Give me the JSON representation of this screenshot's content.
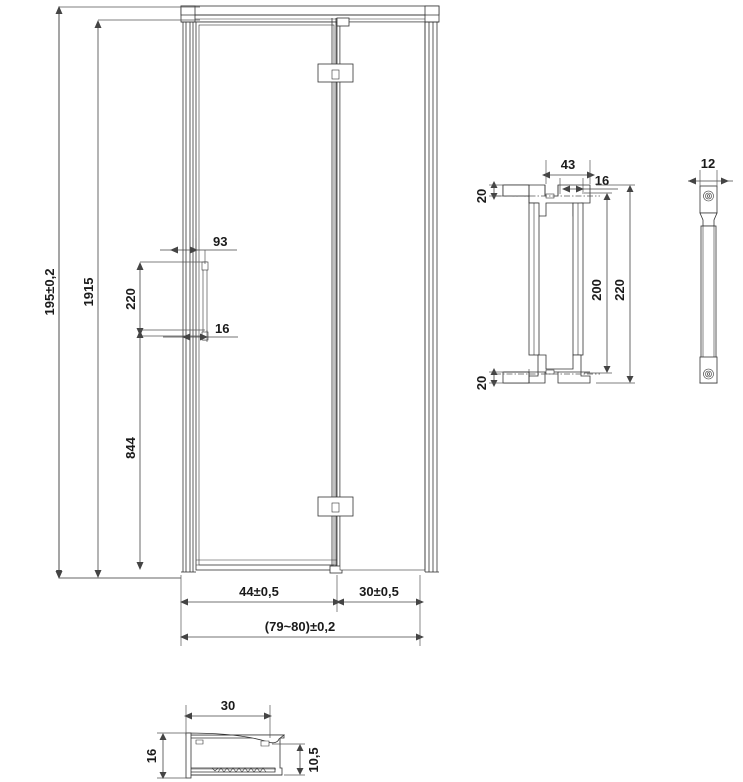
{
  "drawing": {
    "title": "Shower Door Technical Drawing",
    "units": "mm",
    "views": {
      "front_elevation": {
        "name": "front-elevation-view",
        "dimensions": {
          "overall_height": "195±0,2",
          "panel_height": "1915",
          "handle_center_offset": "844",
          "handle_length": "220",
          "handle_offset_from_edge": "93",
          "handle_standoff": "16",
          "door_width": "44±0,5",
          "fixed_panel_width": "30±0,5",
          "overall_width": "(79~80)±0,2"
        }
      },
      "handle_front": {
        "name": "handle-front-view",
        "dimensions": {
          "handle_width": "43",
          "post_width": "16",
          "top_end_height": "20",
          "bottom_end_height": "20",
          "grip_length": "200",
          "total_length": "220"
        }
      },
      "handle_side": {
        "name": "handle-side-view",
        "dimensions": {
          "thickness": "12"
        }
      },
      "profile_section": {
        "name": "profile-cross-section-view",
        "dimensions": {
          "profile_width": "30",
          "profile_height": "16",
          "inner_height": "10,5"
        }
      }
    }
  },
  "labels": {
    "h_195": "195±0,2",
    "h_1915": "1915",
    "h_844": "844",
    "h_220": "220",
    "v_93": "93",
    "v_16": "16",
    "w_44": "44±0,5",
    "w_30": "30±0,5",
    "w_total": "(79~80)±0,2",
    "hd_43": "43",
    "hd_16": "16",
    "hd_20_top": "20",
    "hd_20_bottom": "20",
    "hd_200": "200",
    "hd_220": "220",
    "side_12": "12",
    "prof_30": "30",
    "prof_16": "16",
    "prof_105": "10,5"
  },
  "colors": {
    "line": "#333333",
    "dimension": "#444444",
    "text": "#1a1a1a",
    "background": "#ffffff"
  }
}
